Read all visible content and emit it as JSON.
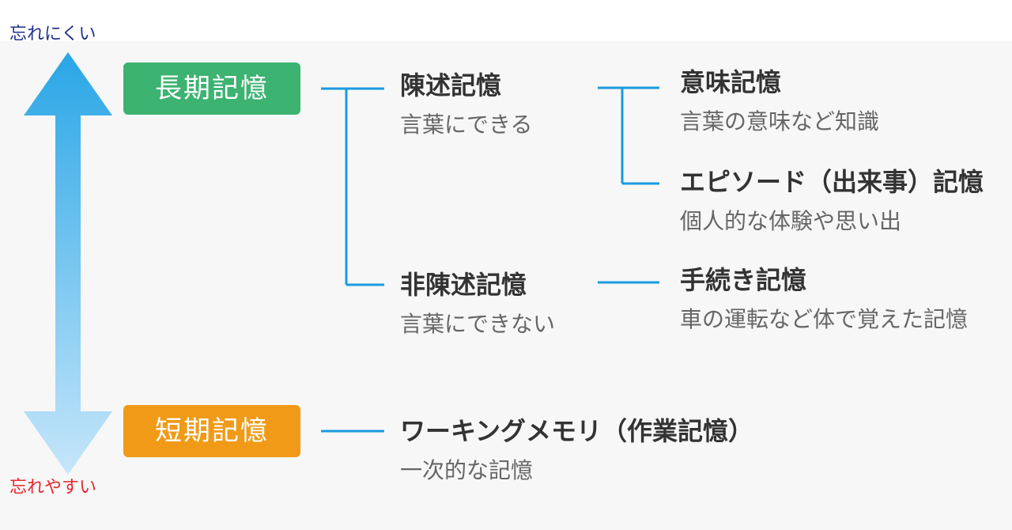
{
  "axis": {
    "top_label": "忘れにくい",
    "bottom_label": "忘れやすい",
    "top_label_color": "#1f2f8a",
    "bottom_label_color": "#e8262f",
    "arrow_top_color": "#29a6e6",
    "arrow_bottom_color": "#c6e6fa"
  },
  "colors": {
    "long_term": "#3cb371",
    "short_term": "#f19a17",
    "connector": "#1a9ae0",
    "panel_background": "#f7f7f7"
  },
  "categories": {
    "long_term": "長期記憶",
    "short_term": "短期記憶"
  },
  "nodes": {
    "declarative": {
      "title": "陳述記憶",
      "desc": "言葉にできる"
    },
    "semantic": {
      "title": "意味記憶",
      "desc": "言葉の意味など知識"
    },
    "episodic": {
      "title": "エピソード（出来事）記憶",
      "desc": "個人的な体験や思い出"
    },
    "nondeclarative": {
      "title": "非陳述記憶",
      "desc": "言葉にできない"
    },
    "procedural": {
      "title": "手続き記憶",
      "desc": "車の運転など体で覚えた記憶"
    },
    "working": {
      "title": "ワーキングメモリ（作業記憶）",
      "desc": "一次的な記憶"
    }
  }
}
